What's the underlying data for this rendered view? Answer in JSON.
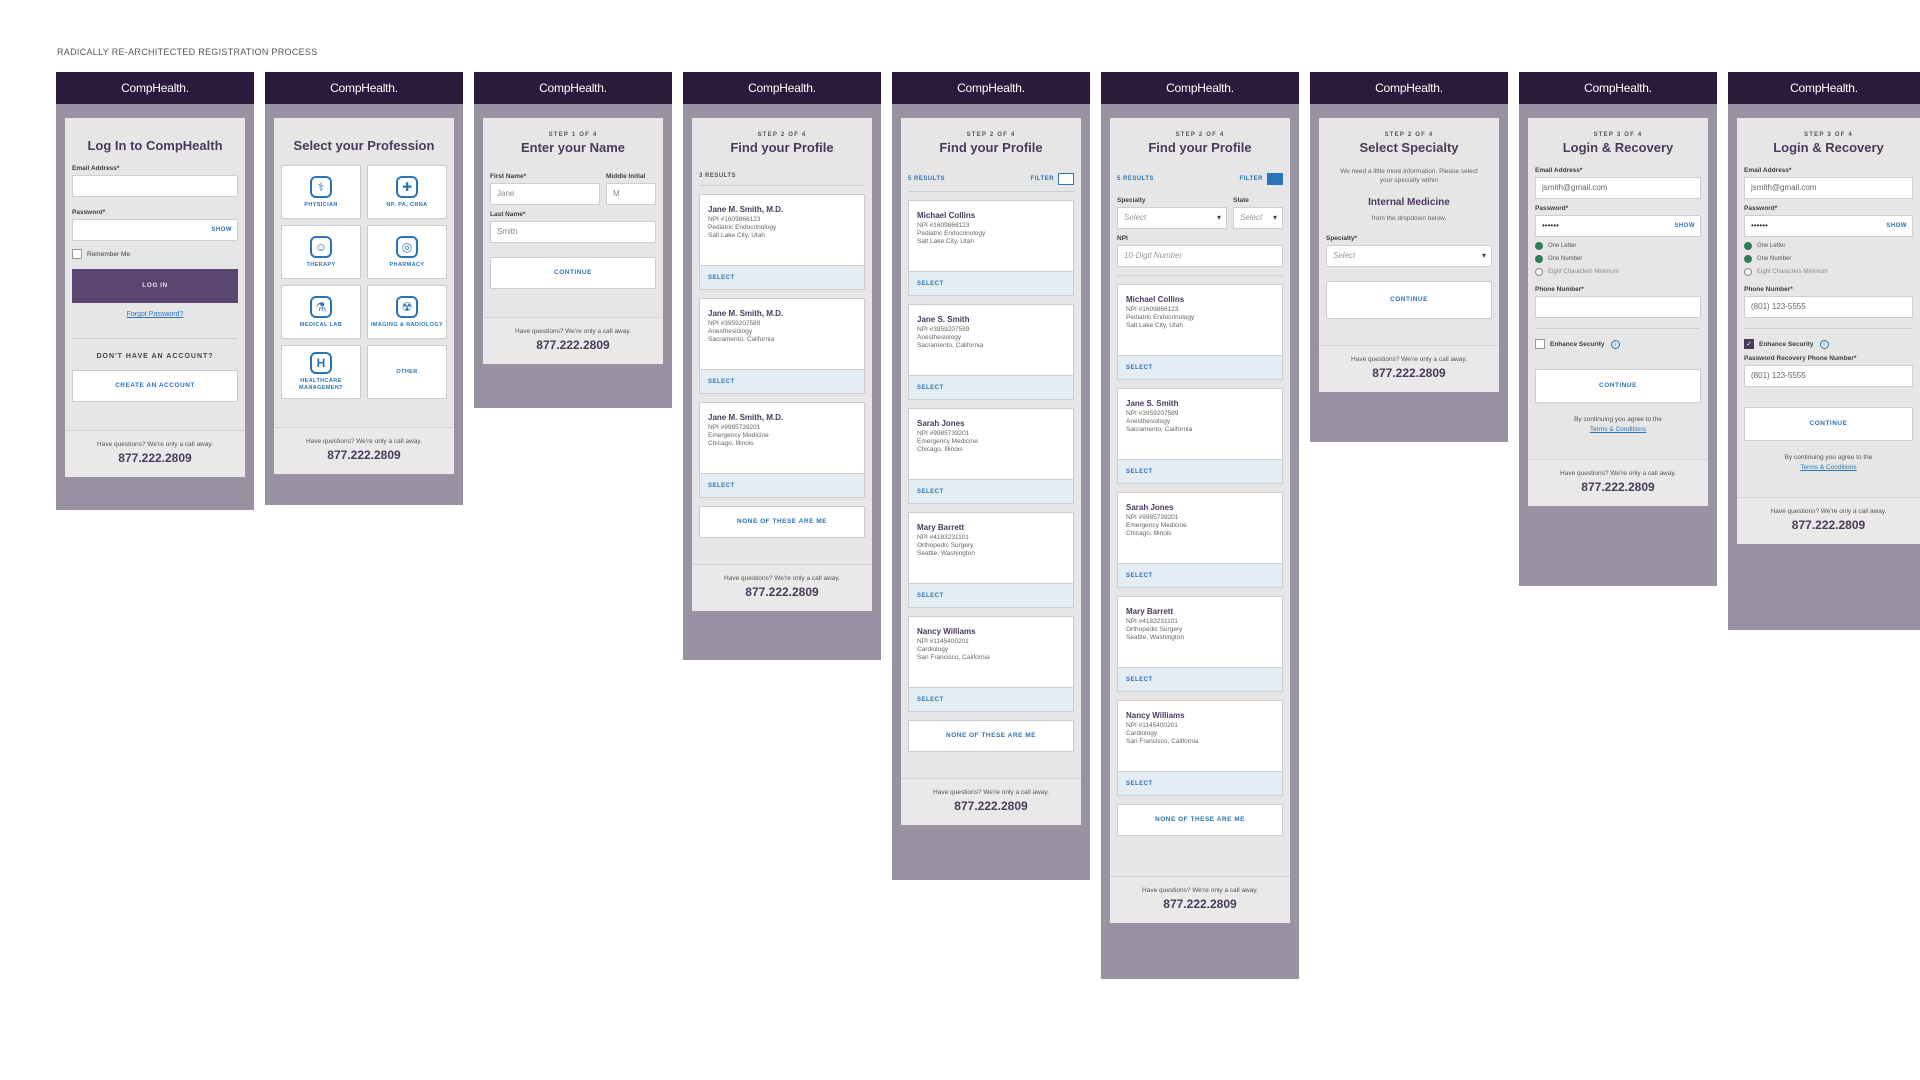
{
  "page_label": "RADICALLY RE-ARCHITECTED REGISTRATION PROCESS",
  "brand": "CompHealth.",
  "help": {
    "question": "Have questions? We're only a call away.",
    "phone": "877.222.2809"
  },
  "login": {
    "title": "Log In to CompHealth",
    "email_label": "Email Address*",
    "password_label": "Password*",
    "show": "SHOW",
    "remember": "Remember Me",
    "login_btn": "LOG IN",
    "forgot": "Forgot Password?",
    "no_account": "DON'T HAVE AN ACCOUNT?",
    "create_btn": "CREATE AN ACCOUNT"
  },
  "profession": {
    "title": "Select your Profession",
    "items": [
      "PHYSICIAN",
      "NP, PA, CRNA",
      "THERAPY",
      "PHARMACY",
      "MEDICAL LAB",
      "IMAGING & RADIOLOGY",
      "HEALTHCARE MANAGEMENT",
      "OTHER"
    ]
  },
  "name_step": {
    "step": "STEP 1 OF 4",
    "title": "Enter your Name",
    "first_label": "First Name*",
    "first_value": "Jane",
    "middle_label": "Middle Initial",
    "middle_value": "M",
    "last_label": "Last Name*",
    "last_value": "Smith",
    "continue": "CONTINUE"
  },
  "find_step": {
    "step": "STEP 2 OF 4",
    "title": "Find your Profile",
    "results3": "3 RESULTS",
    "results5": "5 RESULTS",
    "filter": "FILTER",
    "select": "SELECT",
    "none": "NONE OF THESE ARE ME",
    "specialty_label": "Specialty",
    "state_label": "State",
    "select_placeholder": "Select",
    "npi_label": "NPI",
    "npi_placeholder": "10-Digit Number",
    "smith_results": [
      {
        "name": "Jane M. Smith, M.D.",
        "npi": "NPI #1609866123",
        "spec": "Pediatric Endocrinology",
        "loc": "Salt Lake City, Utah"
      },
      {
        "name": "Jane M. Smith, M.D.",
        "npi": "NPI #3959207589",
        "spec": "Anesthesiology",
        "loc": "Sacramento, California"
      },
      {
        "name": "Jane M. Smith, M.D.",
        "npi": "NPI #9985739201",
        "spec": "Emergency Medicine",
        "loc": "Chicago, Illinois"
      }
    ],
    "five_results": [
      {
        "name": "Michael Collins",
        "npi": "NPI #1609866123",
        "spec": "Pediatric Endocrinology",
        "loc": "Salt Lake City, Utah"
      },
      {
        "name": "Jane S. Smith",
        "npi": "NPI #3959207589",
        "spec": "Anesthesiology",
        "loc": "Sacramento, California"
      },
      {
        "name": "Sarah Jones",
        "npi": "NPI #9985739201",
        "spec": "Emergency Medicine",
        "loc": "Chicago, Illinois"
      },
      {
        "name": "Mary Barrett",
        "npi": "NPI #4183231101",
        "spec": "Orthopedic Surgery",
        "loc": "Seattle, Washington"
      },
      {
        "name": "Nancy Williams",
        "npi": "NPI #1145400201",
        "spec": "Cardiology",
        "loc": "San Francisco, California"
      }
    ]
  },
  "specialty_step": {
    "step": "STEP 2 OF 4",
    "title": "Select Specialty",
    "intro": "We need a little more information. Please select your specialty within",
    "specialty": "Internal Medicine",
    "from": "from the dropdown below.",
    "label": "Specialty*",
    "placeholder": "Select",
    "continue": "CONTINUE"
  },
  "login_step": {
    "step": "STEP 3 OF 4",
    "title": "Login & Recovery",
    "email_label": "Email Address*",
    "email_value": "jsmith@gmail.com",
    "password_label": "Password*",
    "password_value": "••••••",
    "show": "SHOW",
    "req1": "One Letter",
    "req2": "One Number",
    "req3": "Eight Characters Minimum",
    "phone_label": "Phone Number*",
    "phone_value": "(801) 123-5555",
    "enhance": "Enhance Security",
    "recovery_label": "Password Recovery Phone Number*",
    "recovery_value": "(801) 123-5555",
    "continue": "CONTINUE",
    "agree": "By continuing you agree to the",
    "terms": "Terms & Conditions"
  }
}
